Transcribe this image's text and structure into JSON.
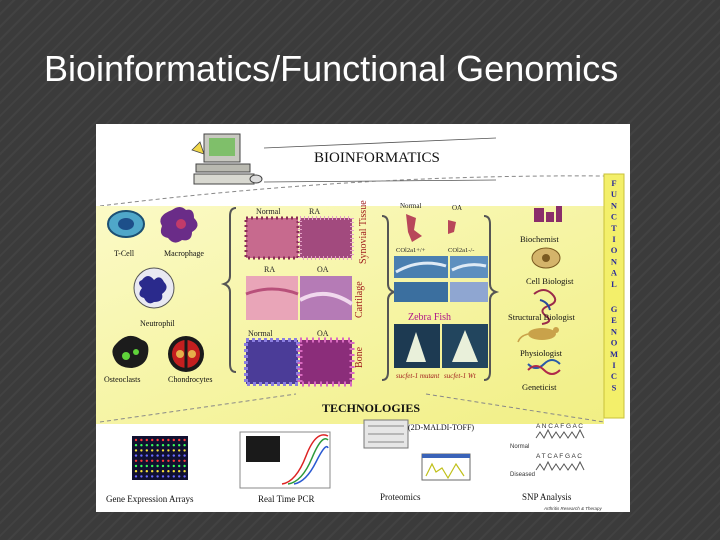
{
  "slide": {
    "title": "Bioinformatics/Functional Genomics",
    "background_color": "#3b3b3b",
    "title_color": "#ffffff"
  },
  "figure": {
    "header": "BIOINFORMATICS",
    "cells": [
      "T-Cell",
      "Macrophage",
      "Neutrophil",
      "Osteoclasts",
      "Chondrocytes"
    ],
    "tissue_rows": [
      {
        "labels": [
          "Normal",
          "RA"
        ],
        "tissue": "Synovial Tissue"
      },
      {
        "labels": [
          "RA",
          "OA"
        ],
        "tissue": "Cartilage"
      },
      {
        "labels": [
          "Normal",
          "OA"
        ],
        "tissue": "Bone"
      }
    ],
    "models": {
      "top_labels": [
        "Normal",
        "OA"
      ],
      "genotypes": [
        "COl2a1+/+",
        "COl2a1-/-"
      ],
      "zebra_fish": "Zebra Fish",
      "mutants": [
        "sucfet-1 mutant",
        "sucfet-1 Wt"
      ]
    },
    "roles": [
      "Biochemist",
      "Cell Biologist",
      "Structural Biologist",
      "Physiologist",
      "Geneticist"
    ],
    "functional_label": "FUNCTIONAL",
    "genomics_label": "GENOMICS",
    "technologies_label": "TECHNOLOGIES",
    "maldi_label": "(2D-MALDI-TOFF)",
    "tech_names": [
      "Gene Expression Arrays",
      "Real Time PCR",
      "Proteomics",
      "SNP Analysis"
    ],
    "snp": {
      "normal_seq": "A N C A F G A C",
      "diseased_seq": "A T C A F G A C",
      "normal_label": "Normal",
      "diseased_label": "Diseased"
    },
    "credit": "Arthritis Research & Therapy",
    "colors": {
      "panel": "#f6f5a0",
      "panel_light": "#fafac2",
      "strip": "#f3ef6a",
      "strip_text": "#2b2b9a",
      "bracket": "#555555"
    }
  }
}
